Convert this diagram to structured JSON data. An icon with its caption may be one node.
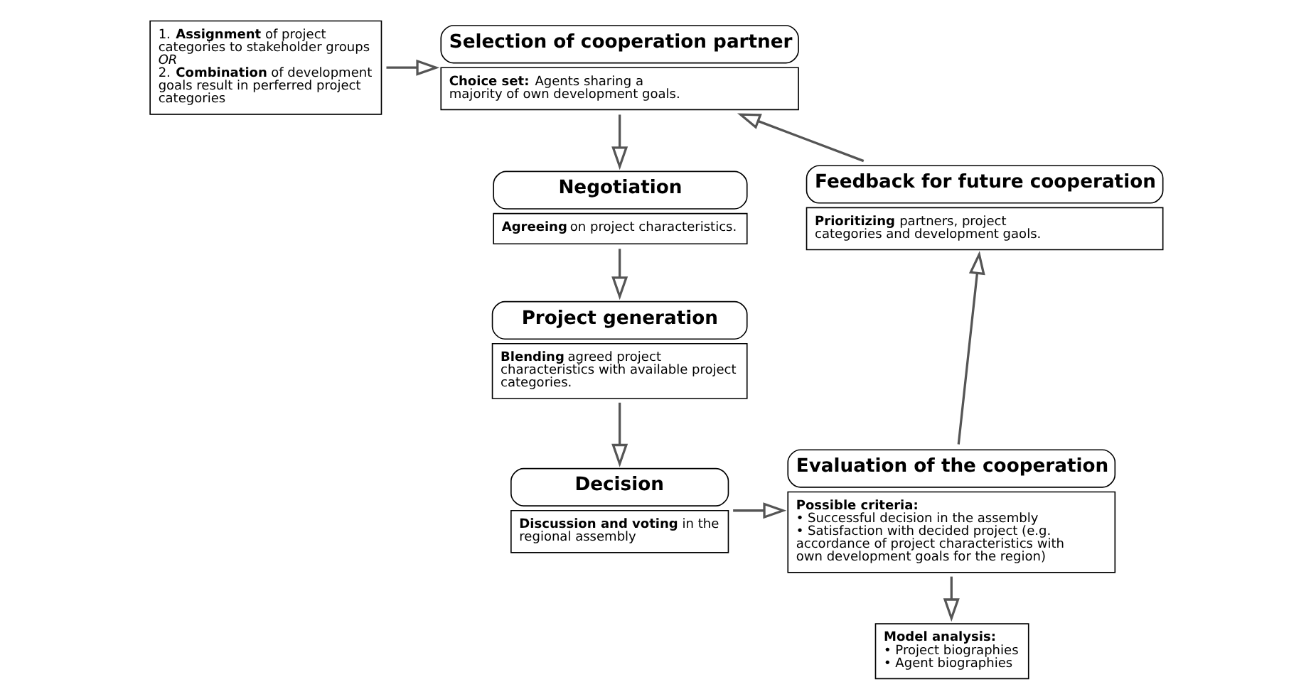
{
  "diagram": {
    "nodes": [
      {
        "text": [
          "1. **Assignment** of project categories to stakeholder groups *OR*",
          "2. **Combination** of development goals result in perferred project categories"
        ]
      },
      {
        "text": [
          "Selection of cooperation partner",
          "**Choice set:** Agents sharing a majority of own development goals."
        ]
      },
      {
        "text": [
          "Negotiation",
          "**Agreeing** on project characteristics."
        ]
      },
      {
        "text": [
          "Project generation",
          "**Blending** agreed project characteristics with available project categories."
        ]
      },
      {
        "text": [
          "Decision",
          "**Discussion and voting** in the regional assembly"
        ]
      },
      {
        "text": [
          "Evaluation of the cooperation",
          "Possible criteria:",
          "• Successful decision in the assembly",
          "• Satisfaction with decided project (e.g. accordance of project characteristics with own development goals for the region)"
        ]
      },
      {
        "text": [
          "Feedback for future cooperation",
          "**Prioritizing** partners, project categories and development gaols."
        ]
      },
      {
        "text": [
          "Model analysis:",
          "• Project biographies",
          "• Agent biographies"
        ]
      }
    ],
    "edges": [
      {
        "from": 0,
        "to": 1,
        "arrow": "to"
      },
      {
        "from": 1,
        "to": 2,
        "arrow": "to"
      },
      {
        "from": 2,
        "to": 3,
        "arrow": "to"
      },
      {
        "from": 3,
        "to": 4,
        "arrow": "to"
      },
      {
        "from": 4,
        "to": 5,
        "arrow": "to"
      },
      {
        "from": 5,
        "to": 6,
        "arrow": "to"
      },
      {
        "from": 6,
        "to": 1,
        "arrow": "to"
      },
      {
        "from": 5,
        "to": 7,
        "arrow": "to"
      }
    ]
  }
}
